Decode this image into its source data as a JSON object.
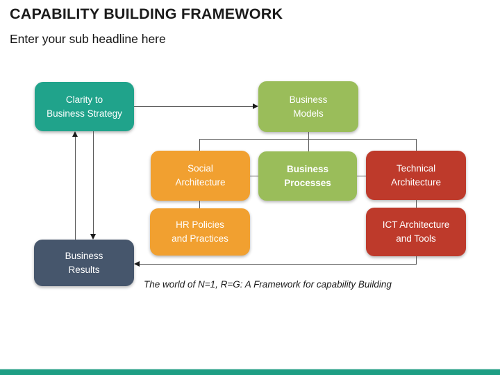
{
  "header": {
    "title": "CAPABILITY BUILDING FRAMEWORK",
    "subtitle": "Enter your sub headline here"
  },
  "caption": "The world of N=1, R=G: A Framework for capability Building",
  "colors": {
    "teal": "#20A38B",
    "green": "#9ABD5A",
    "orange": "#F1A030",
    "red": "#BE3A2B",
    "slate": "#46566C",
    "footer_bar": "#1E9E84",
    "connector": "#595959",
    "title_text": "#1B1B1B",
    "node_text": "#FFFFFF"
  },
  "diagram": {
    "nodes": {
      "clarity": {
        "line1": "Clarity to",
        "line2": "Business Strategy"
      },
      "models": {
        "line1": "Business",
        "line2": "Models"
      },
      "social": {
        "line1": "Social",
        "line2": "Architecture"
      },
      "processes": {
        "line1": "Business",
        "line2": "Processes"
      },
      "technical": {
        "line1": "Technical",
        "line2": "Architecture"
      },
      "hr": {
        "line1": "HR Policies",
        "line2": "and Practices"
      },
      "ict": {
        "line1": "ICT Architecture",
        "line2": "and Tools"
      },
      "results": {
        "line1": "Business",
        "line2": "Results"
      }
    },
    "connections": [
      "clarity -> models",
      "models -> social",
      "models -> processes",
      "models -> technical",
      "social -- processes",
      "processes -- technical",
      "social -- hr",
      "technical -- ict",
      "ict -> results",
      "results -> clarity",
      "clarity -> results"
    ]
  }
}
